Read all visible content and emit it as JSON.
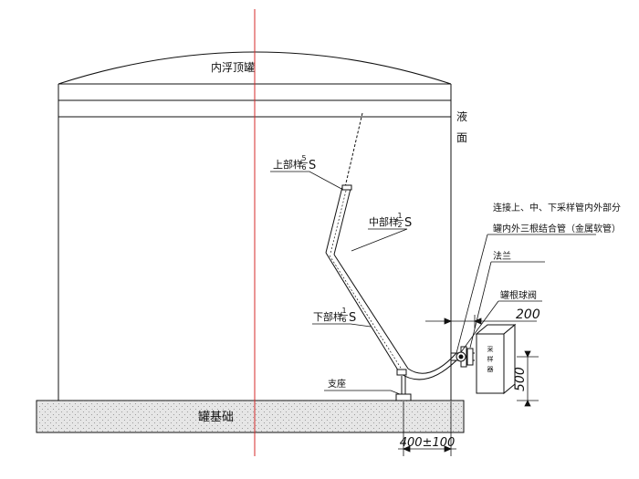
{
  "labels": {
    "tank_title": "内浮顶罐",
    "liquid_1": "液",
    "liquid_2": "面",
    "upper_sample": "上部样",
    "upper_frac_num": "5",
    "upper_frac_den": "6",
    "upper_s": "S",
    "middle_sample": "中部样",
    "middle_frac_num": "1",
    "middle_frac_den": "2",
    "middle_s": "S",
    "lower_sample": "下部样",
    "lower_frac_num": "1",
    "lower_frac_den": "6",
    "lower_s": "S",
    "hose_note_1": "连接上、中、下采样管内外部分",
    "hose_note_2": "罐内外三根结合管（金属软管）",
    "flange": "法兰",
    "root_valve": "罐根球阀",
    "support": "支座",
    "foundation": "罐基础",
    "cabinet_1": "采",
    "cabinet_2": "样",
    "cabinet_3": "器"
  },
  "dimensions": {
    "horizontal_offset": "200",
    "height": "500",
    "base_offset": "400±100"
  },
  "colors": {
    "line": "#111111",
    "centerline": "#d42a2a",
    "foundation_fill": "#e6e6e6"
  }
}
